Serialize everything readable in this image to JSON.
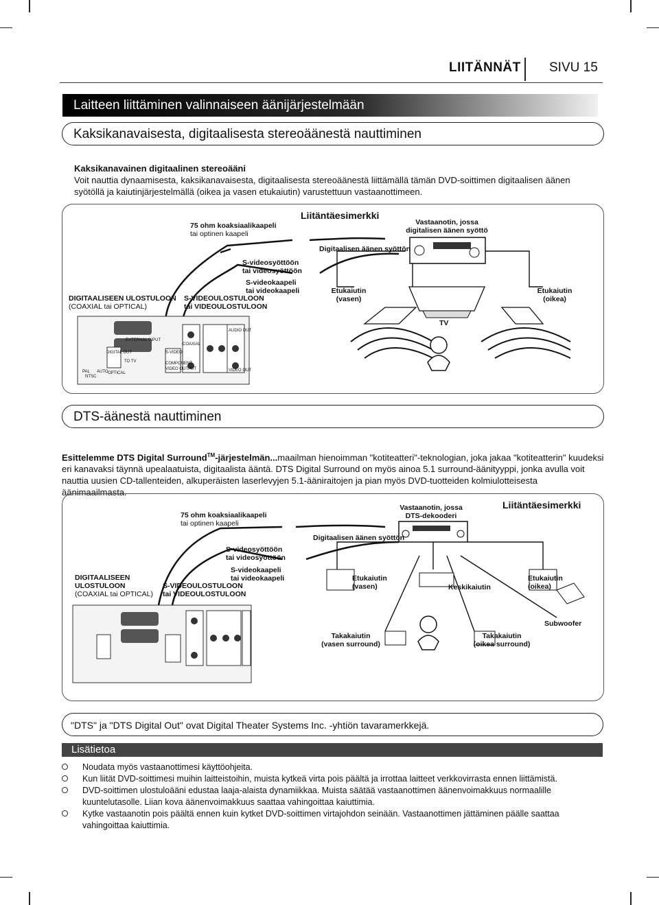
{
  "header": {
    "section": "LIITÄNNÄT",
    "page": "SIVU 15"
  },
  "section_title": "Laitteen liittäminen valinnaiseen äänijärjestelmään",
  "stereo": {
    "title": "Kaksikanavaisesta, digitaalisesta stereoäänestä nauttiminen",
    "heading": "Kaksikanavainen digitaalinen stereoääni",
    "body": "Voit nauttia dynaamisesta, kaksikanavaisesta, digitaalisesta stereoäänestä liittämällä tämän DVD-soittimen digitaalisen äänen syötöllä ja kaiutinjärjestelmällä (oikea ja vasen etukaiutin) varustettuun vastaanottimeen.",
    "diagram": {
      "title": "Liitäntäesimerkki",
      "coax": "75 ohm koaksiaalikaapeli",
      "coax_alt": "tai optinen kaapeli",
      "receiver": "Vastaanotin, jossa digitalisen äänen syöttö",
      "digital_input": "Digitaalisen äänen syöttön",
      "svideo_in": "S-videosyöttöön",
      "svideo_in_alt": "tai videosyöttöön",
      "svideo_cable": "S-videokaapeli",
      "svideo_cable_alt": "tai videokaapeli",
      "digital_out": "DIGITAALISEEN ULOSTULOON",
      "digital_out_alt": "(COAXIAL tai OPTICAL)",
      "svideo_out": "S-VIDEOULOSTULOON",
      "svideo_out_alt": "tai VIDEOULOSTULOON",
      "front_left": "Etukaiutin (vasen)",
      "front_right": "Etukaiutin (oikea)",
      "tv": "TV",
      "panel": {
        "external": "EXTERNAL INPUT",
        "to_tv": "TO TV",
        "pal": "PAL",
        "auto": "AUTO",
        "ntsc": "NTSC",
        "digital_out": "DIGITAL OUT",
        "optical": "OPTICAL",
        "coaxial": "COAXIAL",
        "component": "COMPONENT",
        "video_output": "VIDEO OUTPUT",
        "svideo": "S-VIDEO",
        "audio_out": "AUDIO OUT",
        "video_out": "VIDEO OUT"
      }
    }
  },
  "dts": {
    "title": "DTS-äänestä nauttiminen",
    "lead_bold": "Esittelemme DTS Digital Surround",
    "tm": "TM",
    "lead_bold2": "-järjestelmän...",
    "body": "maailman hienoimman \"kotiteatteri\"-teknologian, joka jakaa \"kotiteatterin\" kuudeksi eri kanavaksi täynnä upealaatuista, digitaalista ääntä. DTS Digital Surround on myös ainoa 5.1 surround-äänityyppi, jonka avulla voit nauttia uusien CD-tallenteiden, alkuperäisten laserlevyjen 5.1-ääniraitojen ja pian myös DVD-tuotteiden kolmiulotteisesta äänimaailmasta.",
    "diagram": {
      "title": "Liitäntäesimerkki",
      "coax": "75 ohm koaksiaalikaapeli",
      "coax_alt": "tai optinen kaapeli",
      "receiver": "Vastaanotin, jossa DTS-dekooderi",
      "digital_input": "Digitaalisen äänen syöttön",
      "svideo_in": "S-videosyöttöön",
      "svideo_in_alt": "tai videosyöttöön",
      "svideo_cable": "S-videokaapeli",
      "svideo_cable_alt": "tai videokaapeli",
      "digital_out": "DIGITAALISEEN ULOSTULOON",
      "digital_out_alt": "(COAXIAL tai OPTICAL)",
      "svideo_out": "S-VIDEOULOSTULOON",
      "svideo_out_alt": "tai VIDEOULOSTULOON",
      "front_left": "Etukaiutin (vasen)",
      "center": "Keskikaiutin",
      "front_right": "Etukaiutin (oikea)",
      "subwoofer": "Subwoofer",
      "rear_left": "Takakaiutin (vasen surround)",
      "rear_right": "Takakaiutin (oikea surround)"
    }
  },
  "trademark_note": "\"DTS\" ja \"DTS Digital Out\" ovat Digital Theater Systems Inc. -yhtiön tavaramerkkejä.",
  "info": {
    "title": "Lisätietoa",
    "items": [
      "Noudata myös vastaanottimesi käyttöohjeita.",
      "Kun liität DVD-soittimesi muihin laitteistoihin, muista kytkeä virta pois päältä ja irrottaa laitteet verkkovirrasta ennen liittämistä.",
      "DVD-soittimen ulostuloääni edustaa laaja-alaista dynamiikkaa. Muista säätää vastaanottimen äänenvoimakkuus normaalille kuuntelutasolle. Liian kova äänenvoimakkuus saattaa vahingoittaa kaiuttimia.",
      "Kytke vastaanotin pois päältä ennen kuin kytket DVD-soittimen virtajohdon seinään. Vastaanottimen jättäminen päälle saattaa vahingoittaa kaiuttimia."
    ]
  }
}
